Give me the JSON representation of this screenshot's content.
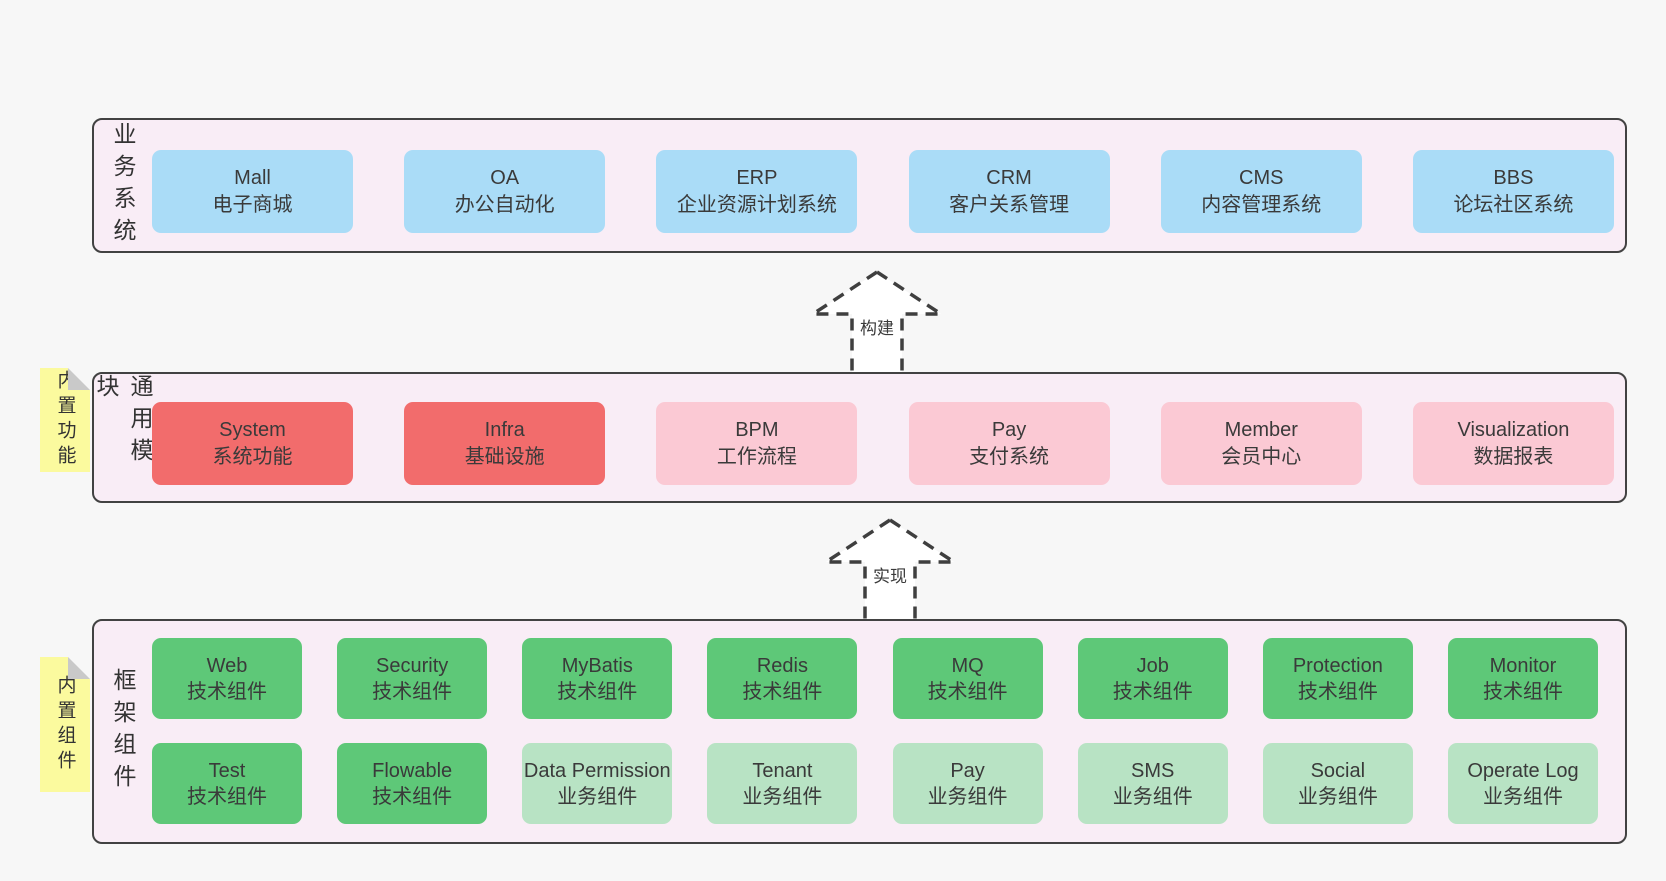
{
  "colors": {
    "page_bg": "#f7f7f7",
    "panel_bg": "#f9edf6",
    "panel_border": "#424242",
    "blue_box": "#aadcf7",
    "red_box": "#f26c6c",
    "pink_box": "#fbc9d4",
    "green_box": "#5ec878",
    "light_green_box": "#b8e3c4",
    "sticky_note": "#fbfa9e",
    "note_fold": "#c9c9c9",
    "text": "#3a3a3a"
  },
  "panels": [
    {
      "id": "business-systems",
      "side_label": "业务系统",
      "boxes": [
        {
          "title": "Mall",
          "subtitle": "电子商城",
          "variant": "blue"
        },
        {
          "title": "OA",
          "subtitle": "办公自动化",
          "variant": "blue"
        },
        {
          "title": "ERP",
          "subtitle": "企业资源计划系统",
          "variant": "blue"
        },
        {
          "title": "CRM",
          "subtitle": "客户关系管理",
          "variant": "blue"
        },
        {
          "title": "CMS",
          "subtitle": "内容管理系统",
          "variant": "blue"
        },
        {
          "title": "BBS",
          "subtitle": "论坛社区系统",
          "variant": "blue"
        }
      ]
    },
    {
      "id": "common-modules",
      "side_label": "通用模块",
      "note": "内置功能",
      "boxes": [
        {
          "title": "System",
          "subtitle": "系统功能",
          "variant": "red"
        },
        {
          "title": "Infra",
          "subtitle": "基础设施",
          "variant": "red"
        },
        {
          "title": "BPM",
          "subtitle": "工作流程",
          "variant": "pink"
        },
        {
          "title": "Pay",
          "subtitle": "支付系统",
          "variant": "pink"
        },
        {
          "title": "Member",
          "subtitle": "会员中心",
          "variant": "pink"
        },
        {
          "title": "Visualization",
          "subtitle": "数据报表",
          "variant": "pink"
        }
      ]
    },
    {
      "id": "framework-components",
      "side_label": "框架组件",
      "note": "内置组件",
      "rows": [
        [
          {
            "title": "Web",
            "subtitle": "技术组件",
            "variant": "green"
          },
          {
            "title": "Security",
            "subtitle": "技术组件",
            "variant": "green"
          },
          {
            "title": "MyBatis",
            "subtitle": "技术组件",
            "variant": "green"
          },
          {
            "title": "Redis",
            "subtitle": "技术组件",
            "variant": "green"
          },
          {
            "title": "MQ",
            "subtitle": "技术组件",
            "variant": "green"
          },
          {
            "title": "Job",
            "subtitle": "技术组件",
            "variant": "green"
          },
          {
            "title": "Protection",
            "subtitle": "技术组件",
            "variant": "green"
          },
          {
            "title": "Monitor",
            "subtitle": "技术组件",
            "variant": "green"
          }
        ],
        [
          {
            "title": "Test",
            "subtitle": "技术组件",
            "variant": "green"
          },
          {
            "title": "Flowable",
            "subtitle": "技术组件",
            "variant": "green"
          },
          {
            "title": "Data Permission",
            "subtitle": "业务组件",
            "variant": "lightgreen"
          },
          {
            "title": "Tenant",
            "subtitle": "业务组件",
            "variant": "lightgreen"
          },
          {
            "title": "Pay",
            "subtitle": "业务组件",
            "variant": "lightgreen"
          },
          {
            "title": "SMS",
            "subtitle": "业务组件",
            "variant": "lightgreen"
          },
          {
            "title": "Social",
            "subtitle": "业务组件",
            "variant": "lightgreen"
          },
          {
            "title": "Operate Log",
            "subtitle": "业务组件",
            "variant": "lightgreen"
          }
        ]
      ]
    }
  ],
  "arrows": [
    {
      "label": "构建"
    },
    {
      "label": "实现"
    }
  ]
}
